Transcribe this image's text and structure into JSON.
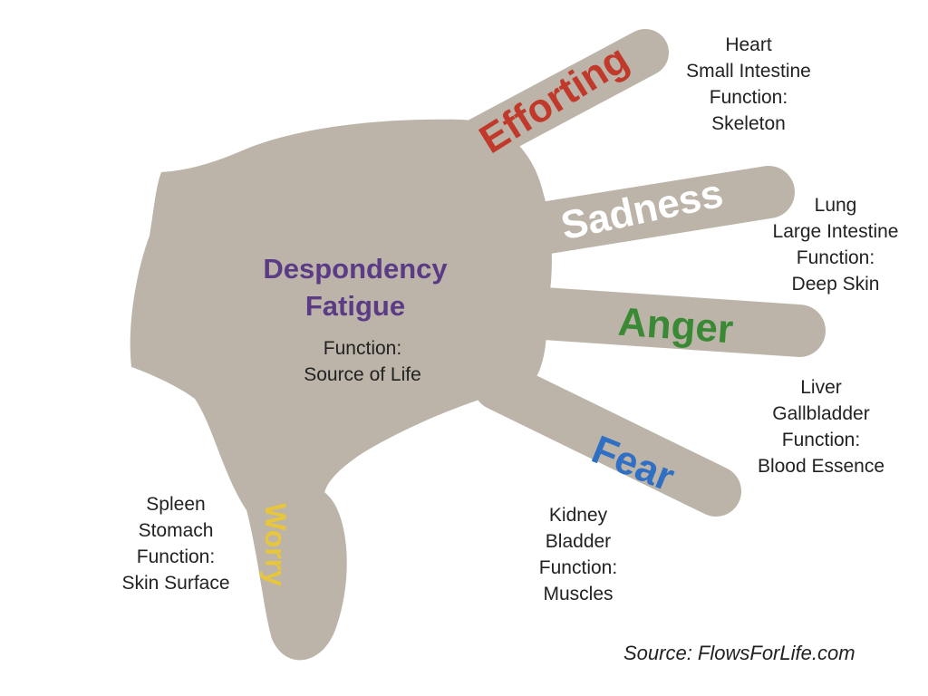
{
  "hand_color": "#bcb4a8",
  "palm": {
    "title_lines": [
      "Despondency",
      "Fatigue"
    ],
    "title_color": "#5b3b85",
    "function_lines": [
      "Function:",
      "Source of Life"
    ]
  },
  "fingers": [
    {
      "id": "thumb",
      "emotion": "Worry",
      "color": "#e8c63c",
      "notes": [
        "Spleen",
        "Stomach",
        "Function:",
        "Skin Surface"
      ]
    },
    {
      "id": "index",
      "emotion": "Fear",
      "color": "#2f6fc4",
      "notes": [
        "Kidney",
        "Bladder",
        "Function:",
        "Muscles"
      ]
    },
    {
      "id": "middle",
      "emotion": "Anger",
      "color": "#3a8a35",
      "notes": [
        "Liver",
        "Gallbladder",
        "Function:",
        "Blood Essence"
      ]
    },
    {
      "id": "ring",
      "emotion": "Sadness",
      "color": "#ffffff",
      "notes": [
        "Lung",
        "Large Intestine",
        "Function:",
        "Deep Skin"
      ]
    },
    {
      "id": "pinky",
      "emotion": "Efforting",
      "color": "#c0392b",
      "notes": [
        "Heart",
        "Small Intestine",
        "Function:",
        "Skeleton"
      ]
    }
  ],
  "source": "Source: FlowsForLife.com"
}
